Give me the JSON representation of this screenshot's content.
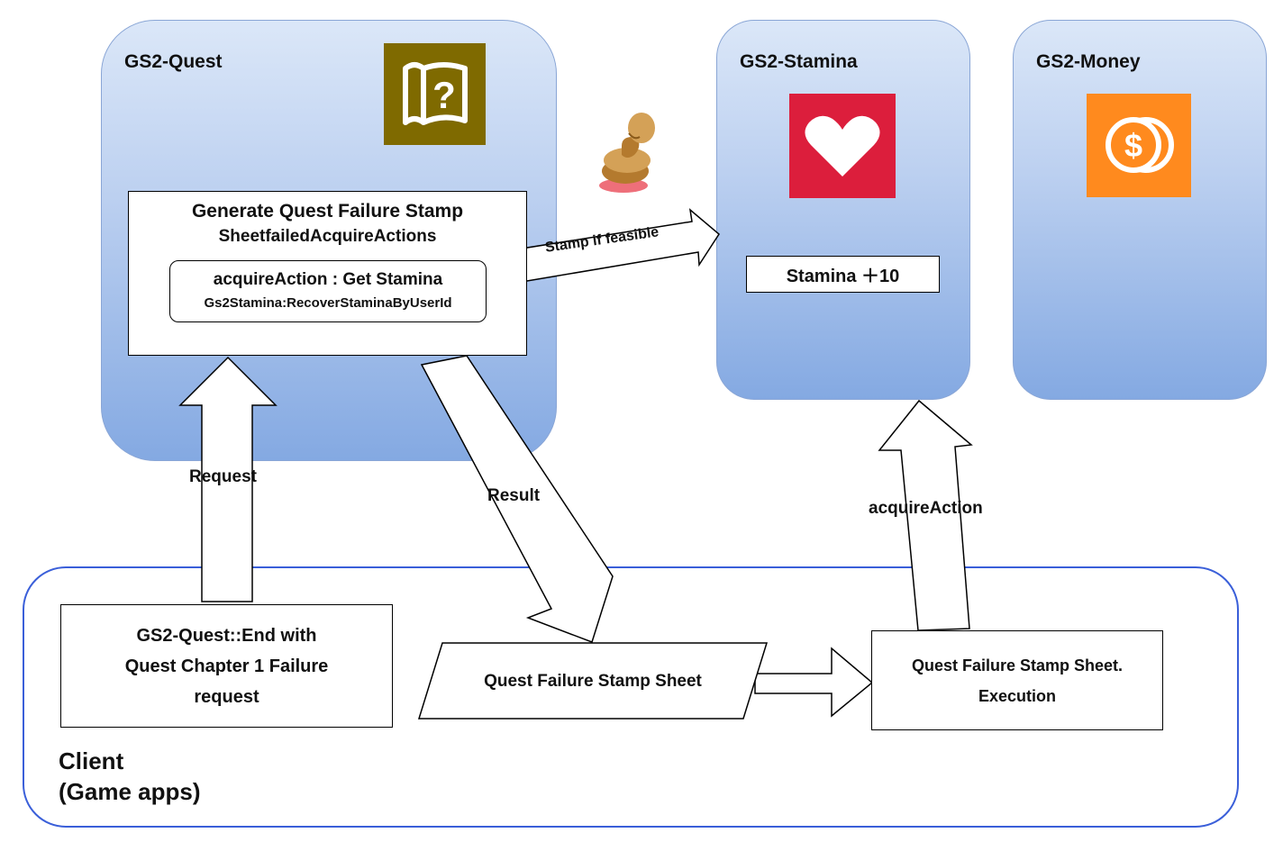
{
  "panels": {
    "quest": {
      "title": "GS2-Quest",
      "icon": "quest-map-icon",
      "icon_color": "#7f6a00"
    },
    "stamina": {
      "title": "GS2-Stamina",
      "icon": "heart-icon",
      "icon_color": "#dc1e3c"
    },
    "money": {
      "title": "GS2-Money",
      "icon": "coin-icon",
      "icon_color": "#ff8a1e"
    }
  },
  "generate_box": {
    "line1": "Generate Quest Failure Stamp",
    "line2": "SheetfailedAcquireActions",
    "inner_line1": "acquireAction : Get Stamina",
    "inner_line2": "Gs2Stamina:RecoverStaminaByUserId"
  },
  "stamina_box": {
    "label": "Stamina ＋10"
  },
  "stamp_icon": "rubber-stamp-icon",
  "arrows": {
    "stamp": "Stamp if feasible",
    "request": "Request",
    "result": "Result",
    "acquire": "acquireAction"
  },
  "client": {
    "label_line1": "Client",
    "label_line2": "(Game apps)",
    "end_box": {
      "line1": "GS2-Quest::End with",
      "line2": "Quest Chapter 1 Failure",
      "line3": "request"
    },
    "sheet": "Quest Failure Stamp Sheet",
    "exec_box": {
      "line1": "Quest Failure Stamp Sheet.",
      "line2": "Execution"
    }
  },
  "colors": {
    "client_border": "#3a5fd9",
    "panel_gradient_bottom": "#84a9e2"
  }
}
